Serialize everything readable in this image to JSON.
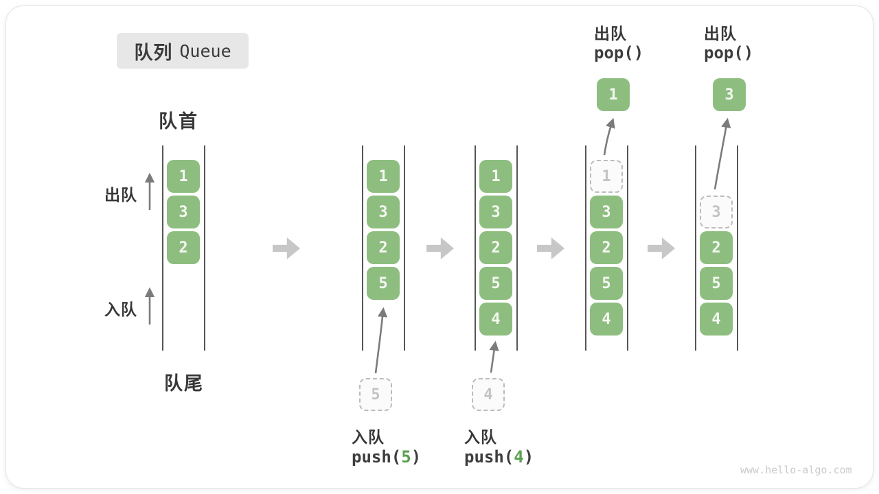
{
  "title": {
    "zh": "队列",
    "en": "Queue"
  },
  "side_labels": {
    "front": "队首",
    "rear": "队尾",
    "dequeue": "出队",
    "enqueue": "入队"
  },
  "watermark": "www.hello-algo.com",
  "colors": {
    "box_green": "#8dbe80",
    "box_text": "#f5f7f2",
    "dashed_border": "#bcbcbc",
    "dashed_text": "#c3c3c3",
    "accent_green": "#5ba052",
    "block_arrow_gray": "#c7c7c7",
    "thin_arrow_gray": "#7b7b7b",
    "label_dark": "#383838"
  },
  "icons": {
    "step_arrow": "right-block-arrow-icon",
    "up_arrow": "up-arrow-icon",
    "curved_arrow": "curved-arrow-icon"
  },
  "states": [
    {
      "name": "state-1-initial",
      "cells": [
        {
          "value": "1",
          "slot": 0,
          "style": "solid"
        },
        {
          "value": "3",
          "slot": 1,
          "style": "solid"
        },
        {
          "value": "2",
          "slot": 2,
          "style": "solid"
        }
      ]
    },
    {
      "name": "state-2-push-5",
      "cells": [
        {
          "value": "1",
          "slot": 0,
          "style": "solid"
        },
        {
          "value": "3",
          "slot": 1,
          "style": "solid"
        },
        {
          "value": "2",
          "slot": 2,
          "style": "solid"
        },
        {
          "value": "5",
          "slot": 3,
          "style": "solid"
        }
      ],
      "incoming": {
        "value": "5"
      },
      "op": {
        "zh": "入队",
        "code_before": "push(",
        "code_value": "5",
        "code_after": ")",
        "position": "bottom"
      }
    },
    {
      "name": "state-3-push-4",
      "cells": [
        {
          "value": "1",
          "slot": 0,
          "style": "solid"
        },
        {
          "value": "3",
          "slot": 1,
          "style": "solid"
        },
        {
          "value": "2",
          "slot": 2,
          "style": "solid"
        },
        {
          "value": "5",
          "slot": 3,
          "style": "solid"
        },
        {
          "value": "4",
          "slot": 4,
          "style": "solid"
        }
      ],
      "incoming": {
        "value": "4"
      },
      "op": {
        "zh": "入队",
        "code_before": "push(",
        "code_value": "4",
        "code_after": ")",
        "position": "bottom"
      }
    },
    {
      "name": "state-4-pop-1",
      "cells": [
        {
          "value": "1",
          "slot": 0,
          "style": "dashed"
        },
        {
          "value": "3",
          "slot": 1,
          "style": "solid"
        },
        {
          "value": "2",
          "slot": 2,
          "style": "solid"
        },
        {
          "value": "5",
          "slot": 3,
          "style": "solid"
        },
        {
          "value": "4",
          "slot": 4,
          "style": "solid"
        }
      ],
      "popped": {
        "value": "1"
      },
      "op": {
        "zh": "出队",
        "code_before": "pop()",
        "code_value": "",
        "code_after": "",
        "position": "top"
      }
    },
    {
      "name": "state-5-pop-3",
      "cells": [
        {
          "value": "3",
          "slot": 1,
          "style": "dashed"
        },
        {
          "value": "2",
          "slot": 2,
          "style": "solid"
        },
        {
          "value": "5",
          "slot": 3,
          "style": "solid"
        },
        {
          "value": "4",
          "slot": 4,
          "style": "solid"
        }
      ],
      "popped": {
        "value": "3"
      },
      "op": {
        "zh": "出队",
        "code_before": "pop()",
        "code_value": "",
        "code_after": "",
        "position": "top"
      }
    }
  ]
}
